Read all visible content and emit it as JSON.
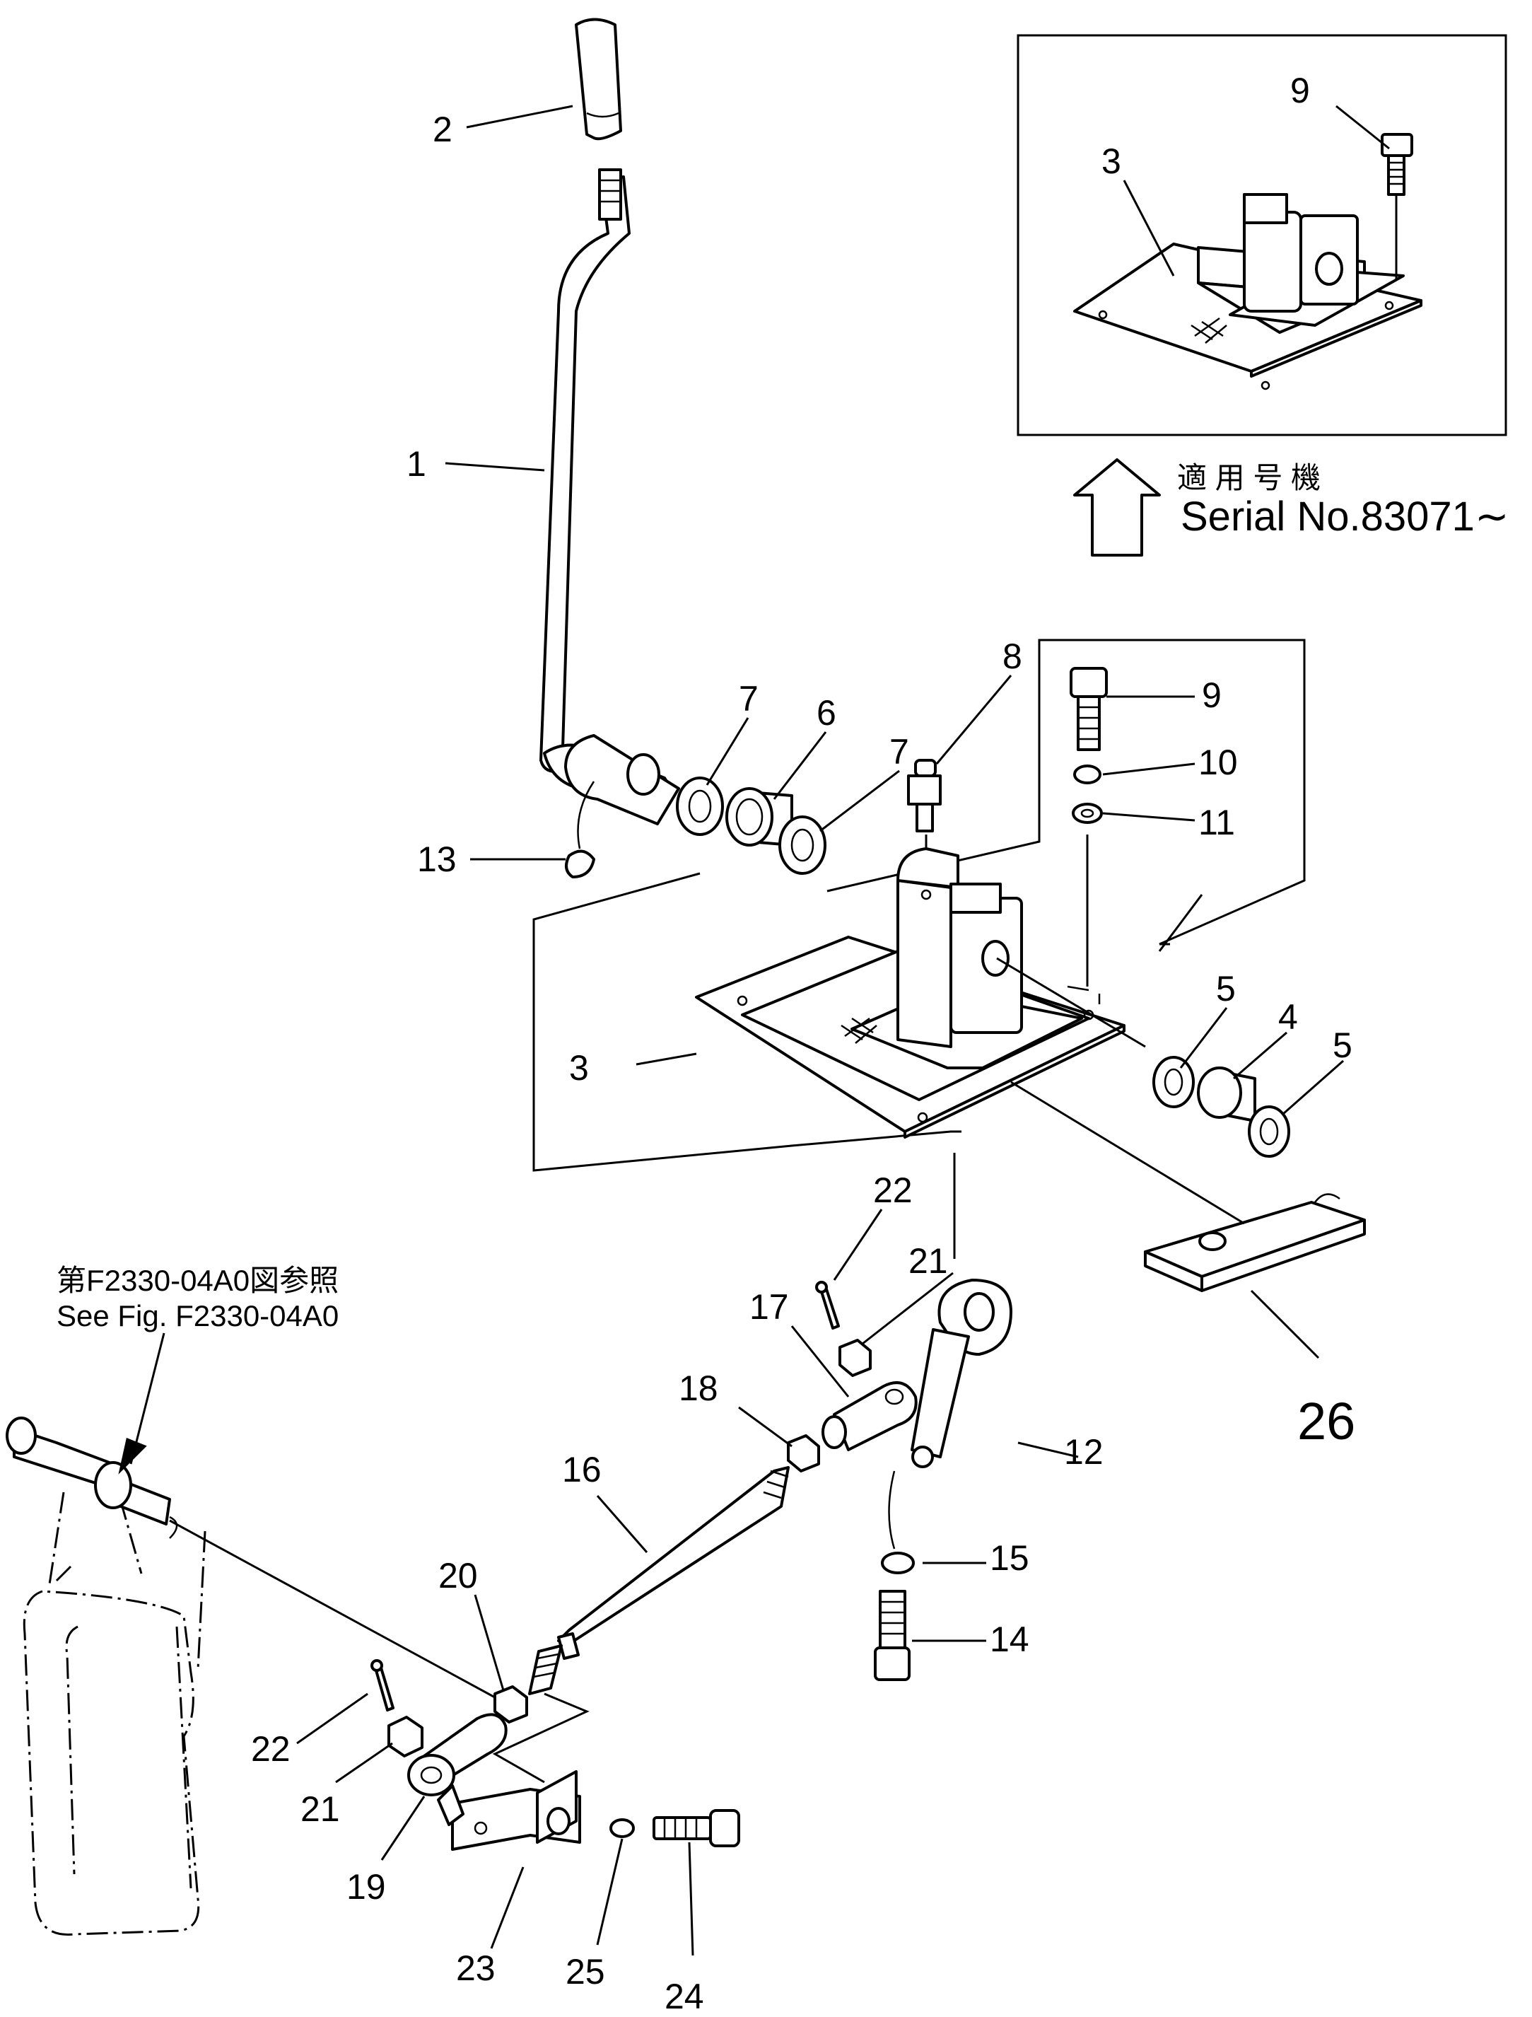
{
  "callouts": [
    {
      "id": "c2",
      "text": "2"
    },
    {
      "id": "c1",
      "text": "1"
    },
    {
      "id": "c13",
      "text": "13"
    },
    {
      "id": "c7a",
      "text": "7"
    },
    {
      "id": "c6",
      "text": "6"
    },
    {
      "id": "c7b",
      "text": "7"
    },
    {
      "id": "c8",
      "text": "8"
    },
    {
      "id": "c9a",
      "text": "9"
    },
    {
      "id": "c10",
      "text": "10"
    },
    {
      "id": "c11",
      "text": "11"
    },
    {
      "id": "c3a",
      "text": "3"
    },
    {
      "id": "c5a",
      "text": "5"
    },
    {
      "id": "c4",
      "text": "4"
    },
    {
      "id": "c5b",
      "text": "5"
    },
    {
      "id": "c26",
      "text": "26"
    },
    {
      "id": "c22a",
      "text": "22"
    },
    {
      "id": "c21a",
      "text": "21"
    },
    {
      "id": "c17",
      "text": "17"
    },
    {
      "id": "c18",
      "text": "18"
    },
    {
      "id": "c12",
      "text": "12"
    },
    {
      "id": "c16",
      "text": "16"
    },
    {
      "id": "c15",
      "text": "15"
    },
    {
      "id": "c14",
      "text": "14"
    },
    {
      "id": "c20",
      "text": "20"
    },
    {
      "id": "c22b",
      "text": "22"
    },
    {
      "id": "c21b",
      "text": "21"
    },
    {
      "id": "c19",
      "text": "19"
    },
    {
      "id": "c23",
      "text": "23"
    },
    {
      "id": "c25",
      "text": "25"
    },
    {
      "id": "c24",
      "text": "24"
    },
    {
      "id": "c9b",
      "text": "9"
    },
    {
      "id": "c3b",
      "text": "3"
    }
  ],
  "inset": {
    "applicability_jp": "適 用 号 機",
    "serial": "Serial  No.83071∼"
  },
  "reference": {
    "jp": "第F2330-04A0図参照",
    "en": "See Fig. F2330-04A0"
  }
}
